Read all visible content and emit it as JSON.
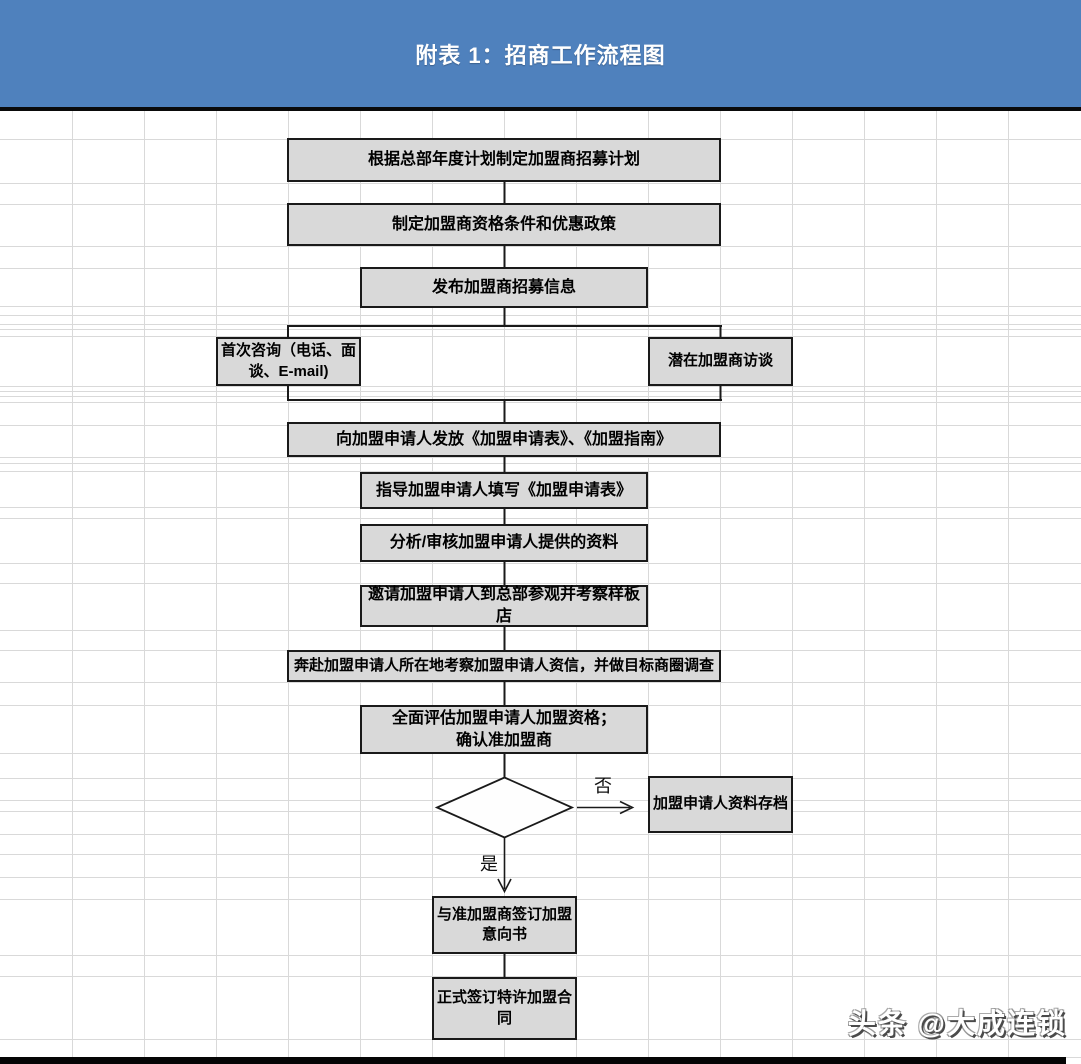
{
  "header": {
    "title": "附表 1：招商工作流程图"
  },
  "flowchart": {
    "nodes": [
      {
        "id": "make-recruit-plan",
        "label": "根据总部年度计划制定加盟商招募计划"
      },
      {
        "id": "set-qualification",
        "label": "制定加盟商资格条件和优惠政策"
      },
      {
        "id": "publish-info",
        "label": "发布加盟商招募信息"
      },
      {
        "id": "first-consult",
        "label": "首次咨询（电话、面\n谈、E-mail)"
      },
      {
        "id": "potential-interview",
        "label": "潜在加盟商访谈"
      },
      {
        "id": "send-forms",
        "label": "向加盟申请人发放《加盟申请表》、《加盟指南》"
      },
      {
        "id": "guide-fill-form",
        "label": "指导加盟申请人填写《加盟申请表》"
      },
      {
        "id": "analyze-review",
        "label": "分析/审核加盟申请人提供的资料"
      },
      {
        "id": "invite-visit",
        "label": "邀请加盟申请人到总部参观并考察样板店"
      },
      {
        "id": "field-investigation",
        "label": "奔赴加盟申请人所在地考察加盟申请人资信，并做目标商圈调查"
      },
      {
        "id": "overall-evaluation",
        "label": "全面评估加盟申请人加盟资格；\n确认准加盟商"
      },
      {
        "id": "archive-material",
        "label": "加盟申请人资料存档"
      },
      {
        "id": "sign-intent",
        "label": "与准加盟商签订加盟\n意向书"
      },
      {
        "id": "sign-contract",
        "label": "正式签订特许加盟合\n同"
      }
    ],
    "decision": {
      "no_label": "否",
      "yes_label": "是"
    }
  },
  "watermark": {
    "text": "头条 @大成连锁"
  },
  "colors": {
    "banner_blue": "#4f81bd",
    "node_fill": "#d9d9d9",
    "node_border": "#1a1a1a",
    "grid_line": "#d9d9d9",
    "footer_bar": "#050505",
    "text": "#000000",
    "title_text": "#ffffff"
  }
}
